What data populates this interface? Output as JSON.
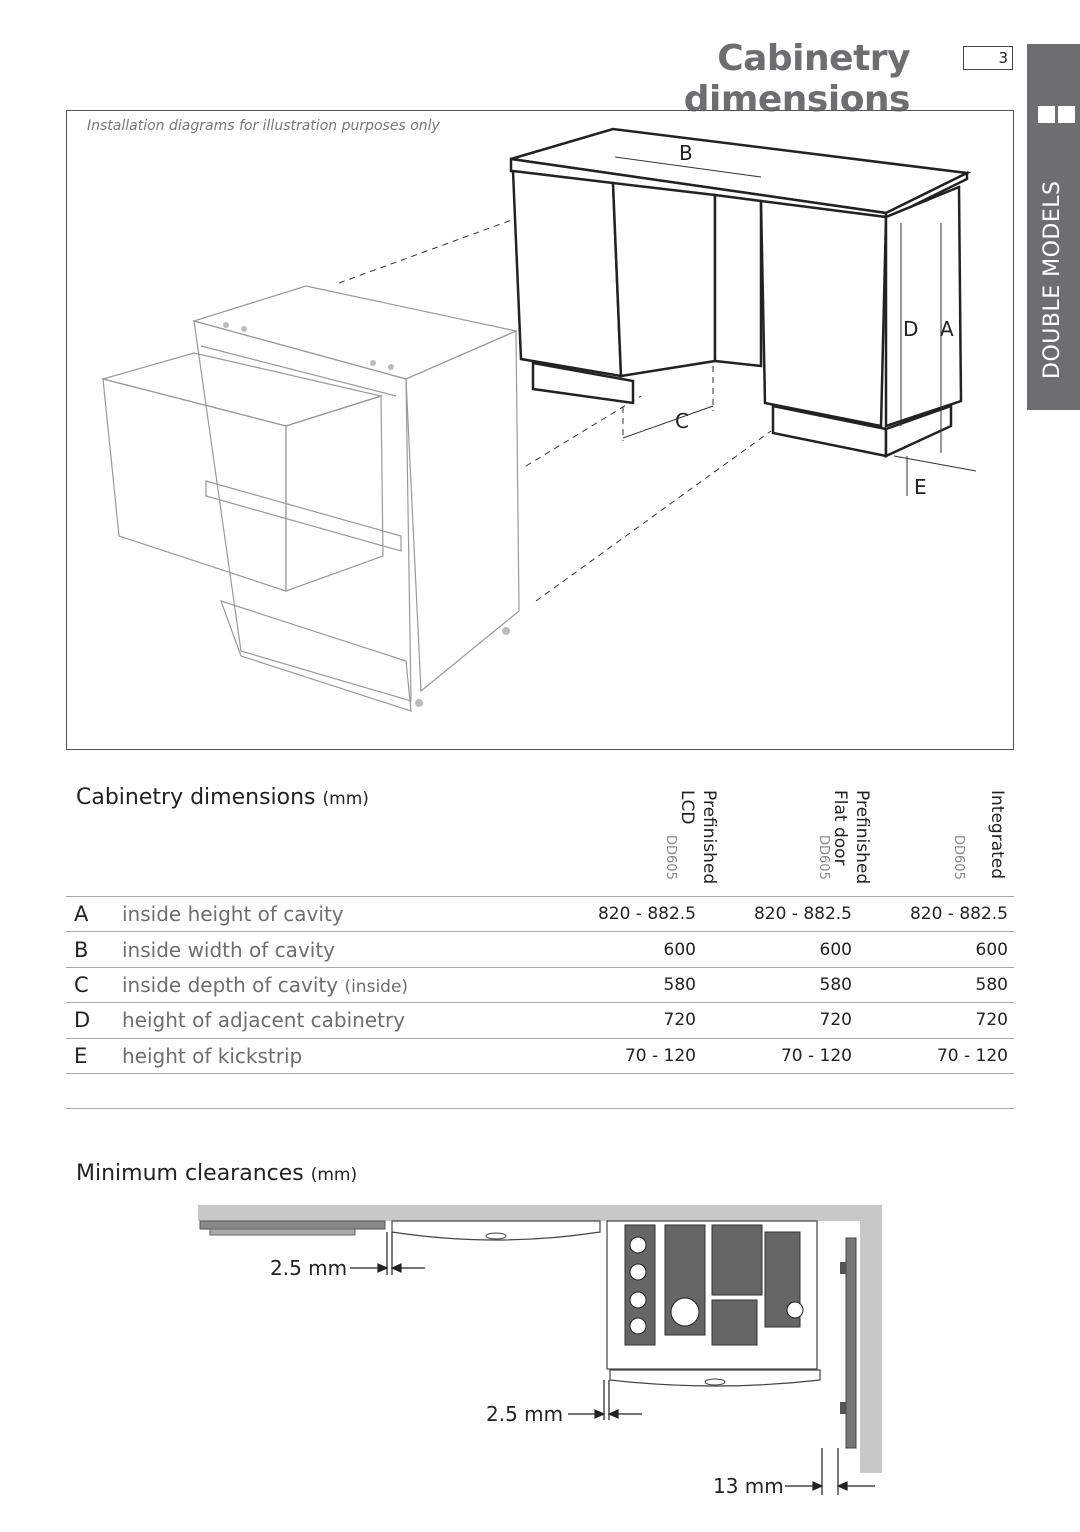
{
  "header": {
    "title": "Cabinetry dimensions",
    "page_number": "3"
  },
  "side_tab": {
    "label": "DOUBLE MODELS"
  },
  "diagram": {
    "caption": "Installation diagrams for illustration purposes only",
    "labels": {
      "a": "A",
      "b": "B",
      "c": "C",
      "d": "D",
      "e": "E"
    }
  },
  "dimensions": {
    "title": "Cabinetry dimensions",
    "unit": "(mm)",
    "columns": [
      {
        "line1": "Prefinished",
        "line2": "LCD",
        "model": "DD605"
      },
      {
        "line1": "Prefinished",
        "line2": "Flat door",
        "model": "DD605"
      },
      {
        "line1": "Integrated",
        "line2": "",
        "model": "DD605"
      }
    ],
    "rows": [
      {
        "letter": "A",
        "desc": "inside height of cavity",
        "sub": "",
        "values": [
          "820 - 882.5",
          "820 - 882.5",
          "820 - 882.5"
        ]
      },
      {
        "letter": "B",
        "desc": "inside width of cavity",
        "sub": "",
        "values": [
          "600",
          "600",
          "600"
        ]
      },
      {
        "letter": "C",
        "desc": "inside depth of cavity",
        "sub": "(inside)",
        "values": [
          "580",
          "580",
          "580"
        ]
      },
      {
        "letter": "D",
        "desc": "height of adjacent cabinetry",
        "sub": "",
        "values": [
          "720",
          "720",
          "720"
        ]
      },
      {
        "letter": "E",
        "desc": "height of kickstrip",
        "sub": "",
        "values": [
          "70 - 120",
          "70 - 120",
          "70 - 120"
        ]
      }
    ]
  },
  "clearances": {
    "title": "Minimum clearances",
    "unit": "(mm)",
    "labels": {
      "top": "2.5 mm",
      "middle": "2.5 mm",
      "bottom": "13 mm"
    }
  }
}
